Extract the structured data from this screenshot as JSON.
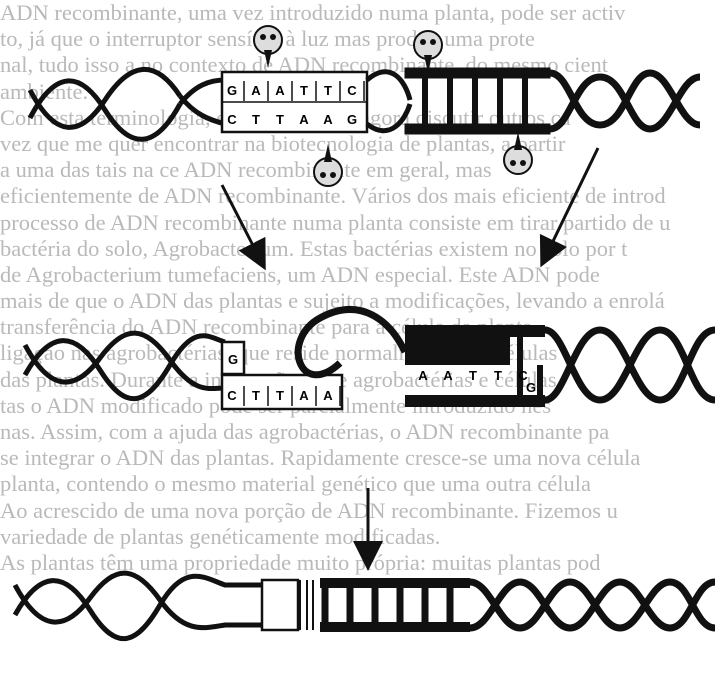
{
  "background_text": [
    "ADN recombinante, uma vez introduzido numa planta, pode ser activ",
    "to, já que o interruptor sensível à luz mas produz uma prote",
    "nal, tudo isso a no contexto de ADN recombinante, do mesmo cient",
    "ambiente.",
    "Com esta terminologia, está-se a por-se agora discutir outros ca",
    "vez que me quer encontrar na biotecnologia de plantas, a partir",
    "a uma das tais na ce ADN recombinante em geral, mas",
    "eficientemente de ADN recombinante. Vários dos mais eficiente de introd",
    "processo de ADN recombinante numa planta consiste em tirar partido de u",
    "bactéria do solo, Agrobacterium. Estas bactérias existem no solo por t",
    "de Agrobacterium tumefaciens, um ADN especial. Este ADN pode",
    "mais de que o ADN das plantas e sujeito a modificações, levando a enrolá",
    "transferência do ADN recombinante para a célula da planta",
    "ligação nas agrobactérias, que reside normalmente nas células",
    "das plantas. Durante a interacção entre agrobactérias e células",
    "tas o ADN modificado pode ser parcialmente introduzido nes",
    "nas. Assim, com a ajuda das agrobactérias, o ADN recombinante pa",
    "se integrar o ADN das plantas. Rapidamente cresce-se uma nova célula",
    "planta, contendo o mesmo material genético que uma outra célula",
    "Ao  acrescido de uma nova porção de ADN recombinante. Fizemos u",
    "variedade de plantas genéticamente modificadas.",
    "As plantas têm uma propriedade muito própria: muitas plantas pod"
  ],
  "sequences": {
    "top_left_upper": [
      "G",
      "A",
      "A",
      "T",
      "T",
      "C"
    ],
    "top_left_lower": [
      "C",
      "T",
      "T",
      "A",
      "A",
      "G"
    ],
    "mid_left_upper": [
      "G"
    ],
    "mid_left_lower": [
      "C",
      "T",
      "T",
      "A",
      "A"
    ],
    "mid_right_upper": [
      "A",
      "A",
      "T",
      "T",
      "C"
    ],
    "mid_right_lower": [
      "G"
    ]
  }
}
